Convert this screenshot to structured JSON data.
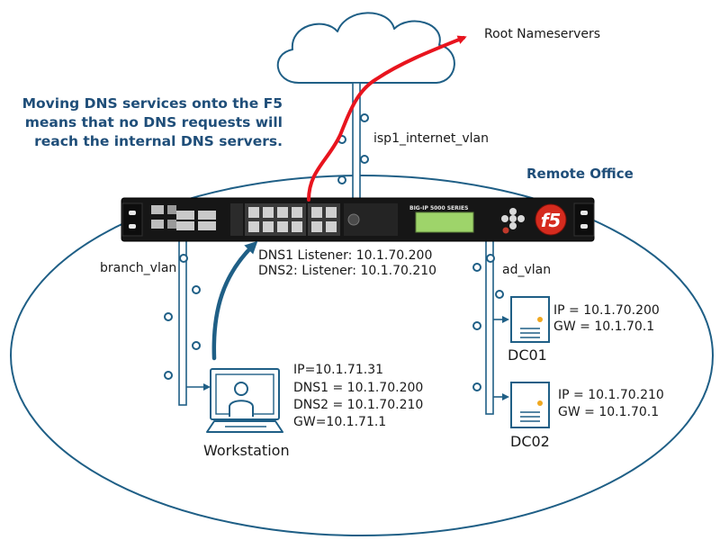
{
  "annotation": {
    "lines": [
      "Moving DNS services onto the F5",
      "means that no DNS requests will",
      "reach the internal DNS servers."
    ]
  },
  "internet": {
    "label": "Root Nameservers"
  },
  "vlans": {
    "isp": "isp1_internet_vlan",
    "branch": "branch_vlan",
    "ad": "ad_vlan"
  },
  "site": {
    "label": "Remote Office"
  },
  "bigip": {
    "model_label": "BIG-IP 5000 SERIES",
    "logo_text": "f5",
    "listeners": [
      "DNS1 Listener: 10.1.70.200",
      "DNS2: Listener: 10.1.70.210"
    ]
  },
  "workstation": {
    "label": "Workstation",
    "details": [
      "IP=10.1.71.31",
      "DNS1 = 10.1.70.200",
      "DNS2 = 10.1.70.210",
      "GW=10.1.71.1"
    ]
  },
  "servers": [
    {
      "name": "DC01",
      "ip": "IP = 10.1.70.200",
      "gw": "GW = 10.1.70.1"
    },
    {
      "name": "DC02",
      "ip": "IP = 10.1.70.210",
      "gw": "GW = 10.1.70.1"
    }
  ],
  "colors": {
    "line_blue": "#1f5f86",
    "heading_blue": "#1f4e79",
    "query_red": "#e8141e",
    "f5_red": "#d52b1e",
    "lcd_green": "#9ed46a"
  }
}
